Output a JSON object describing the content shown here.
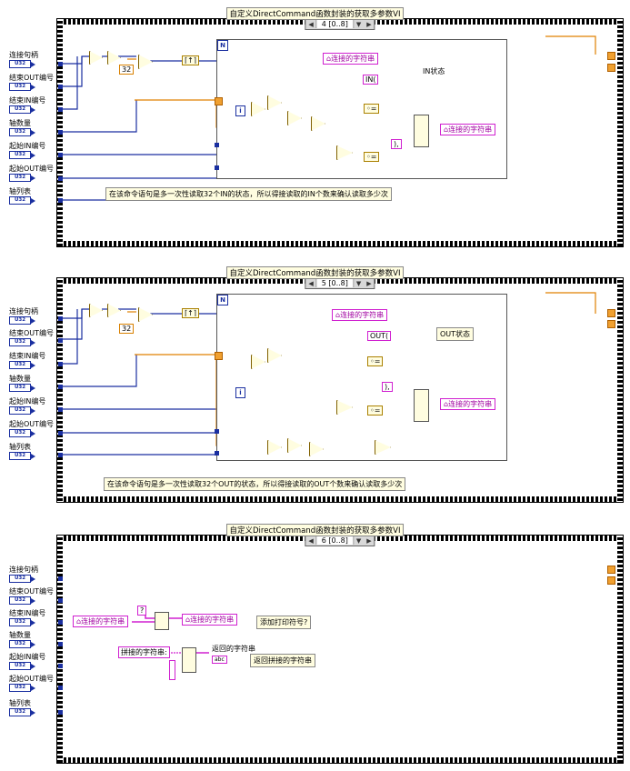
{
  "frames": [
    {
      "caption": "自定义DirectCommand函数封装的获取多参数VI",
      "case_label": "4 [0..8]",
      "state_label": "IN状态",
      "note": "在该命令语句是多一次性读取32个IN的状态，所以得接读取的IN个数来确认读取多少次",
      "loop_counter": "N",
      "loop_index": "i",
      "constant_32": "32",
      "prefix_const": "IN(",
      "suffix_const": "),",
      "lv_in": "连接的字符串",
      "lv_out": "连接的字符串"
    },
    {
      "caption": "自定义DirectCommand函数封装的获取多参数VI",
      "case_label": "5 [0..8]",
      "state_label": "OUT状态",
      "note": "在该命令语句是多一次性读取32个OUT的状态，所以得接读取的OUT个数来确认读取多少次",
      "loop_counter": "N",
      "loop_index": "i",
      "constant_32": "32",
      "prefix_const": "OUT(",
      "suffix_const": "),",
      "lv_in": "连接的字符串",
      "lv_out": "连接的字符串"
    },
    {
      "caption": "自定义DirectCommand函数封装的获取多参数VI",
      "case_label": "6 [0..8]",
      "lv_in": "连接的字符串",
      "q_const": "?",
      "lv_out": "连接的字符串",
      "add_label": "添加打印符号?",
      "concat_label": "拼接的字符串:",
      "return_label": "返回的字符串",
      "return_note": "返回拼接的字符串",
      "return_ind": "abc"
    }
  ],
  "controls": [
    "连接句柄",
    "结束OUT编号",
    "结束IN编号",
    "轴数量",
    "起始IN编号",
    "起始OUT编号",
    "轴列表"
  ],
  "u32_label": "U32"
}
